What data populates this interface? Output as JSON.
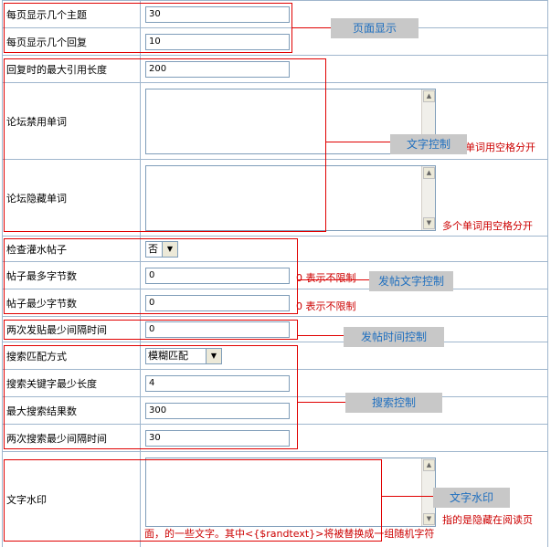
{
  "form": {
    "topics_per_page": {
      "label": "每页显示几个主题",
      "value": "30"
    },
    "replies_per_page": {
      "label": "每页显示几个回复",
      "value": "10"
    },
    "max_quote_length": {
      "label": "回复时的最大引用长度",
      "value": "200"
    },
    "banned_words": {
      "label": "论坛禁用单词",
      "hint": "单词用空格分开"
    },
    "hidden_words": {
      "label": "论坛隐藏单词",
      "hint": "多个单词用空格分开"
    },
    "check_spam": {
      "label": "检查灌水帖子",
      "value": "否"
    },
    "post_max_bytes": {
      "label": "帖子最多字节数",
      "value": "0",
      "hint": "0 表示不限制"
    },
    "post_min_bytes": {
      "label": "帖子最少字节数",
      "value": "0",
      "hint": "0 表示不限制"
    },
    "post_interval": {
      "label": "两次发贴最少间隔时间",
      "value": "0"
    },
    "search_mode": {
      "label": "搜索匹配方式",
      "value": "模糊匹配"
    },
    "search_min_keyword": {
      "label": "搜索关键字最少长度",
      "value": "4"
    },
    "search_max_results": {
      "label": "最大搜索结果数",
      "value": "300"
    },
    "search_interval": {
      "label": "两次搜索最少间隔时间",
      "value": "30"
    },
    "watermark": {
      "label": "文字水印",
      "hint": "指的是隐藏在阅读页",
      "footer": "面，的一些文字。其中<{$randtext}>将被替换成一组随机字符"
    }
  },
  "callouts": {
    "page_display": "页面显示",
    "text_control": "文字控制",
    "post_text_control": "发帖文字控制",
    "post_time_control": "发帖时间控制",
    "search_control": "搜索控制",
    "text_watermark": "文字水印"
  },
  "colors": {
    "annotation": "#e00000",
    "callout_bg": "#c8c8c8",
    "callout_text": "#1f6fbf",
    "grid": "#9fb6cd",
    "hint": "#cc0000"
  }
}
